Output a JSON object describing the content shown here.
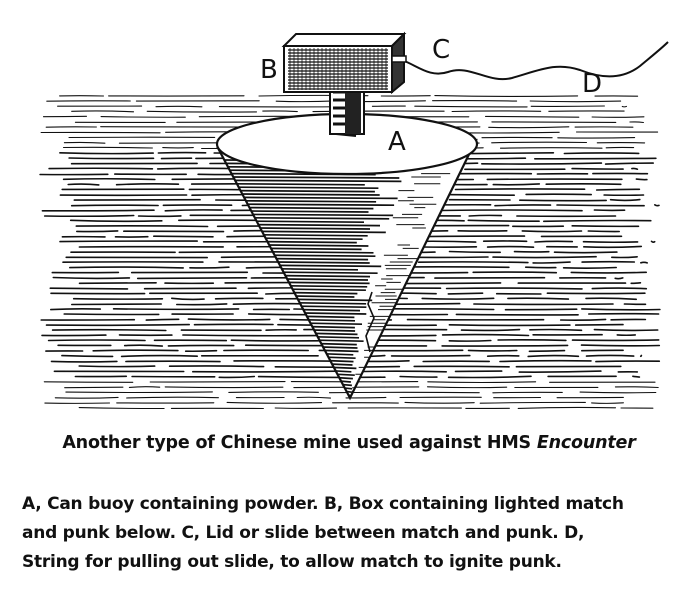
{
  "figure": {
    "labels": {
      "a": "A",
      "b": "B",
      "c": "C",
      "d": "D"
    },
    "ink_color": "#111111",
    "paper_color": "#ffffff"
  },
  "caption": {
    "title_prefix": "Another type of Chinese mine used against HMS ",
    "title_ship": "Encounter",
    "lines": [
      "A, Can buoy containing powder. B, Box containing lighted match",
      "and punk below. C, Lid or slide between match and punk. D,",
      "String for pulling out slide, to allow match to ignite punk."
    ]
  }
}
